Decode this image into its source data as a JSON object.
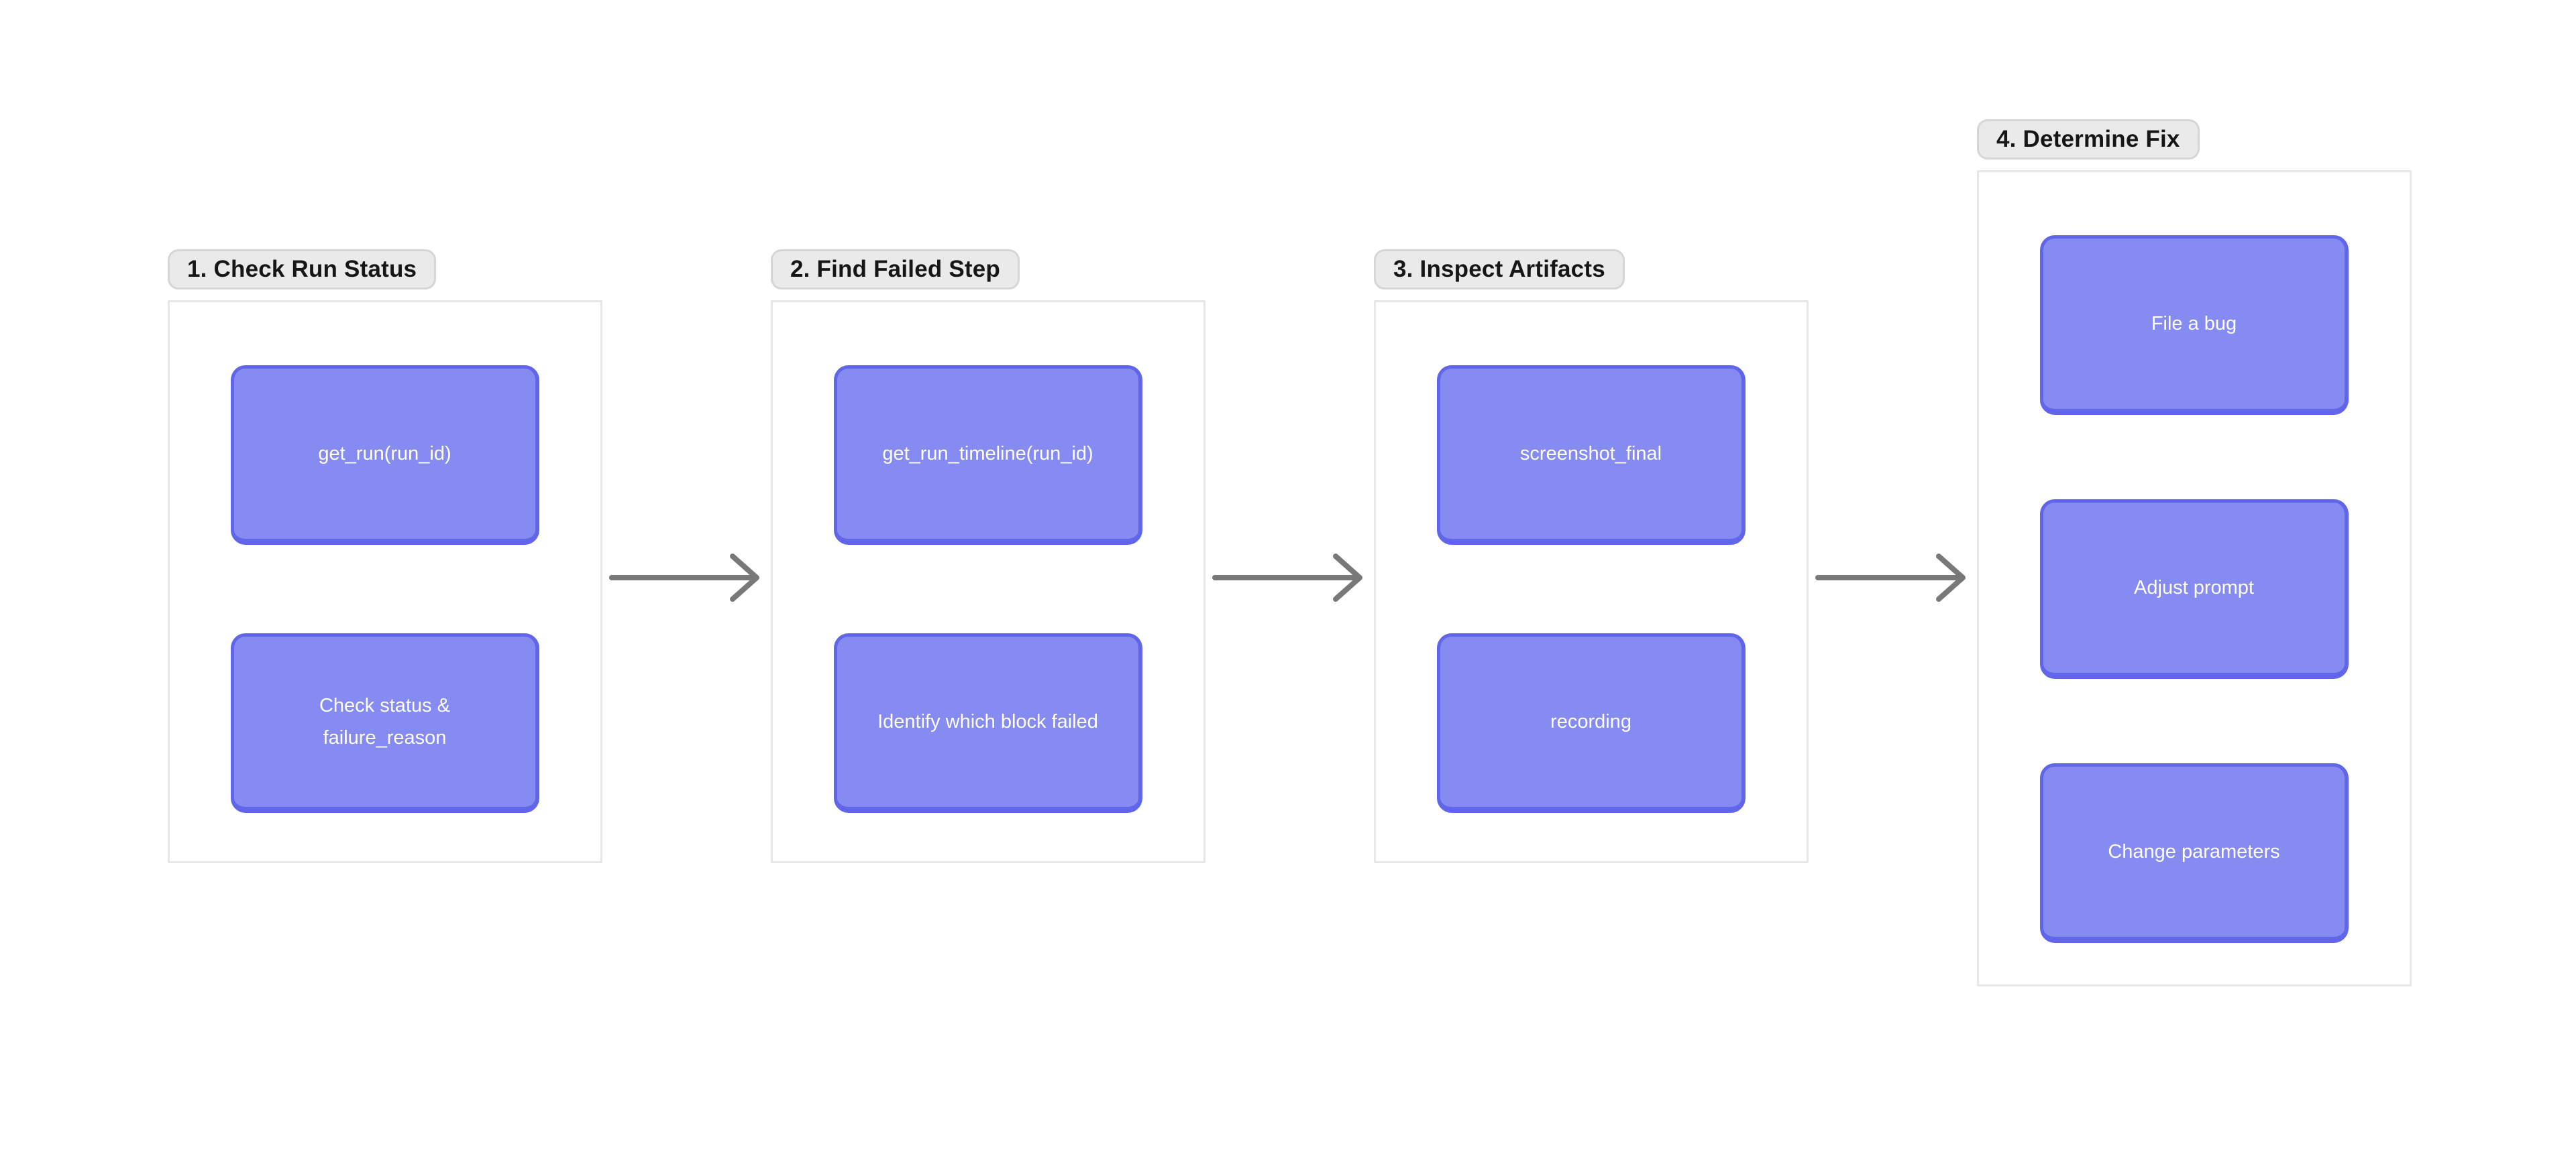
{
  "canvas": {
    "background": "#ffffff"
  },
  "palette": {
    "node_fill": "#858bf0",
    "node_border": "#6065ea",
    "node_text": "#ffffff",
    "group_label_bg": "#eaeaea",
    "group_label_border": "#d6d6d6",
    "group_label_text": "#161616",
    "group_frame_border": "#e7e7e9",
    "arrow": "#787878"
  },
  "flow": {
    "groups": [
      {
        "label": "1. Check Run Status",
        "nodes": [
          {
            "label": "get_run(run_id)"
          },
          {
            "label": "Check status & failure_reason"
          }
        ]
      },
      {
        "label": "2. Find Failed Step",
        "nodes": [
          {
            "label": "get_run_timeline(run_id)"
          },
          {
            "label": "Identify which block failed"
          }
        ]
      },
      {
        "label": "3. Inspect Artifacts",
        "nodes": [
          {
            "label": "screenshot_final"
          },
          {
            "label": "recording"
          }
        ]
      },
      {
        "label": "4. Determine Fix",
        "nodes": [
          {
            "label": "File a bug"
          },
          {
            "label": "Adjust prompt"
          },
          {
            "label": "Change parameters"
          }
        ]
      }
    ]
  }
}
